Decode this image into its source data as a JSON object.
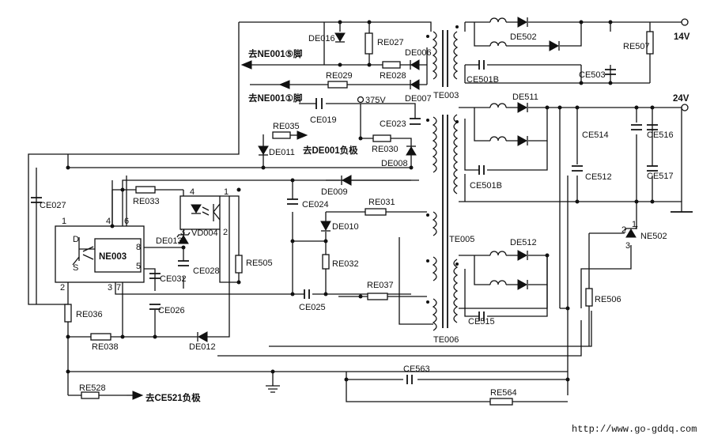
{
  "labels": {
    "to_ne001_5": "去NE001⑤脚",
    "to_ne001_1": "去NE001①脚",
    "to_de001": "去DE001负极",
    "to_ce521": "去CE521负极",
    "DE016": "DE016",
    "RE027": "RE027",
    "DE006": "DE006",
    "RE028": "RE028",
    "RE029": "RE029",
    "DE007": "DE007",
    "v375": "375V",
    "CE019": "CE019",
    "RE035": "RE035",
    "CE023": "CE023",
    "DE011": "DE011",
    "RE030": "RE030",
    "DE008": "DE008",
    "TE003": "TE003",
    "CE027": "CE027",
    "RE033": "RE033",
    "DE009": "DE009",
    "CE024": "CE024",
    "RE031": "RE031",
    "DE010": "DE010",
    "VD004": "VD004",
    "DE013": "DE013",
    "CE028": "CE028",
    "RE505": "RE505",
    "RE032": "RE032",
    "CE032": "CE032",
    "RE037": "RE037",
    "CE025": "CE025",
    "CE026": "CE026",
    "RE036": "RE036",
    "RE038": "RE038",
    "DE012": "DE012",
    "TE006": "TE006",
    "RE528": "RE528",
    "CE563": "CE563",
    "RE564": "RE564",
    "NE003": "NE003",
    "pin1": "1",
    "pin2": "2",
    "pin3": "3",
    "pin4": "4",
    "pin5": "5",
    "pin6": "6",
    "pin7": "7",
    "pin8": "8",
    "pinD": "D",
    "pinS": "S",
    "DE502": "DE502",
    "RE507": "RE507",
    "v14": "14V",
    "CE501B": "CE501B",
    "CE503": "CE503",
    "DE511": "DE511",
    "v24": "24V",
    "CE514": "CE514",
    "CE516": "CE516",
    "CE512": "CE512",
    "CE517": "CE517",
    "TE005": "TE005",
    "DE512": "DE512",
    "NE502": "NE502",
    "RE506": "RE506",
    "CE515": "CE515"
  },
  "watermark": "http://www.go-gddq.com"
}
